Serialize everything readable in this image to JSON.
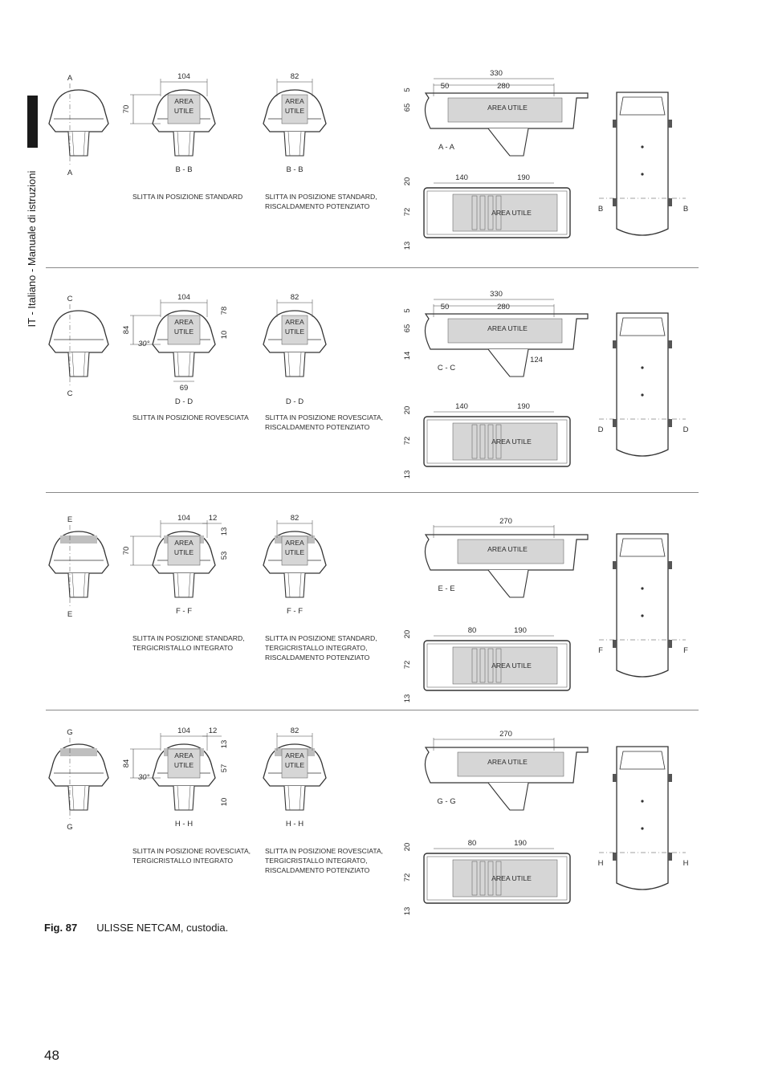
{
  "sidebar": {
    "label": "IT - Italiano - Manuale di istruzioni"
  },
  "figure": {
    "number": "Fig. 87",
    "title": "ULISSE NETCAM, custodia."
  },
  "page_number": "48",
  "area_label": [
    "AREA",
    "UTILE"
  ],
  "area_label_wide": "AREA UTILE",
  "rows": [
    {
      "front_letters": [
        "A",
        "A"
      ],
      "section_b": "B - B",
      "section_c": "B - B",
      "caption_b": [
        "SLITTA IN POSIZIONE STANDARD"
      ],
      "caption_c": [
        "SLITTA IN POSIZIONE STANDARD,",
        "RISCALDAMENTO POTENZIATO"
      ],
      "dims_b": {
        "width": "104",
        "height": "70"
      },
      "dims_c": {
        "width": "82"
      },
      "side_label": "A - A",
      "side_dims": {
        "total": "330",
        "left": "50",
        "right": "280",
        "top": "5",
        "height": "65"
      },
      "top_dims": {
        "left": "140",
        "right": "190",
        "top": "20",
        "height": "72",
        "bottom": "13"
      },
      "end_letters": [
        "B",
        "B"
      ]
    },
    {
      "front_letters": [
        "C",
        "C"
      ],
      "section_b": "D - D",
      "section_c": "D - D",
      "caption_b": [
        "SLITTA IN POSIZIONE ROVESCIATA"
      ],
      "caption_c": [
        "SLITTA IN POSIZIONE ROVESCIATA,",
        "RISCALDAMENTO POTENZIATO"
      ],
      "dims_b": {
        "width": "104",
        "height": "84",
        "angle": "30°",
        "h2": "78",
        "h3": "10",
        "bottom": "69"
      },
      "dims_c": {
        "width": "82"
      },
      "side_label": "C - C",
      "side_dims": {
        "total": "330",
        "left": "50",
        "right": "280",
        "top": "5",
        "height": "65",
        "bottom": "14",
        "bracket": "124"
      },
      "top_dims": {
        "left": "140",
        "right": "190",
        "top": "20",
        "height": "72",
        "bottom": "13"
      },
      "end_letters": [
        "D",
        "D"
      ]
    },
    {
      "front_letters": [
        "E",
        "E"
      ],
      "section_b": "F - F",
      "section_c": "F - F",
      "caption_b": [
        "SLITTA IN POSIZIONE STANDARD,",
        "TERGICRISTALLO INTEGRATO"
      ],
      "caption_c": [
        "SLITTA IN POSIZIONE STANDARD,",
        "TERGICRISTALLO INTEGRATO,",
        "RISCALDAMENTO POTENZIATO"
      ],
      "dims_b": {
        "width": "104",
        "height": "70",
        "w2": "12",
        "h2": "13",
        "h3": "53"
      },
      "dims_c": {
        "width": "82"
      },
      "side_label": "E - E",
      "side_dims": {
        "total": "270"
      },
      "top_dims": {
        "left": "80",
        "right": "190",
        "top": "20",
        "height": "72",
        "bottom": "13"
      },
      "end_letters": [
        "F",
        "F"
      ]
    },
    {
      "front_letters": [
        "G",
        "G"
      ],
      "section_b": "H - H",
      "section_c": "H - H",
      "caption_b": [
        "SLITTA IN POSIZIONE ROVESCIATA,",
        "TERGICRISTALLO INTEGRATO"
      ],
      "caption_c": [
        "SLITTA IN POSIZIONE ROVESCIATA,",
        "TERGICRISTALLO INTEGRATO,",
        "RISCALDAMENTO POTENZIATO"
      ],
      "dims_b": {
        "width": "104",
        "height": "84",
        "angle": "30°",
        "w2": "12",
        "h2": "13",
        "h3": "57",
        "h4": "10"
      },
      "dims_c": {
        "width": "82"
      },
      "side_label": "G - G",
      "side_dims": {
        "total": "270"
      },
      "top_dims": {
        "left": "80",
        "right": "190",
        "top": "20",
        "height": "72",
        "bottom": "13"
      },
      "end_letters": [
        "H",
        "H"
      ]
    }
  ]
}
